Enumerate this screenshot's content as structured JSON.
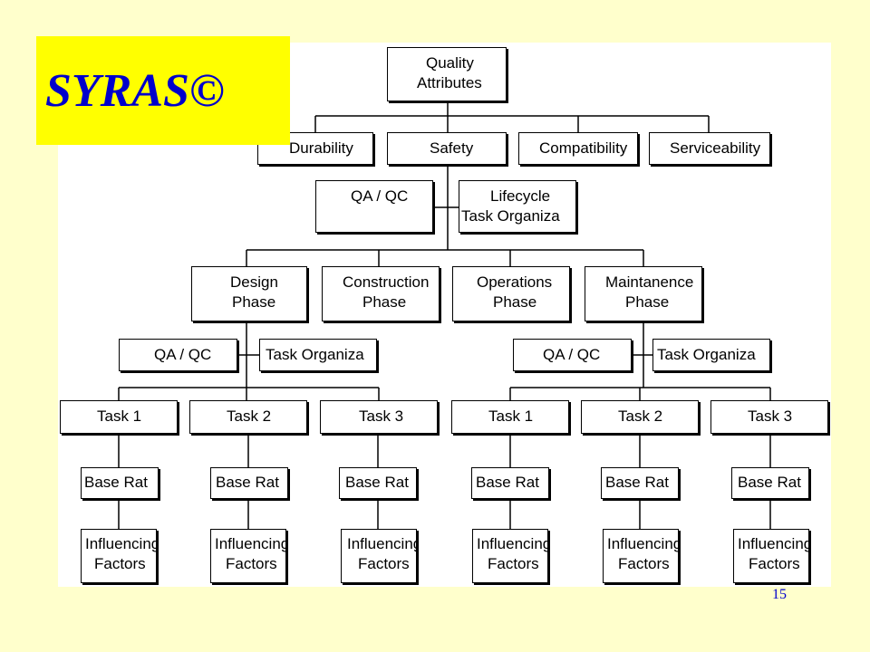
{
  "slide": {
    "title": "SYRAS©",
    "number": "15",
    "colors": {
      "background": "#FFFFCC",
      "title_box": "#FFFF00",
      "title_text": "#0000CC",
      "panel": "#FFFFFF",
      "line": "#000000"
    }
  },
  "diagram": {
    "root": {
      "line1": "Quality",
      "line2": "Attributes"
    },
    "attributes": [
      "Durability",
      "Safety",
      "Compatibility",
      "Serviceability"
    ],
    "safety_support": {
      "qa": "QA / QC",
      "lifecycle_line1": "Lifecycle",
      "lifecycle_line2": "Task Organiza"
    },
    "phases": [
      {
        "line1": "Design",
        "line2": "Phase"
      },
      {
        "line1": "Construction",
        "line2": "Phase"
      },
      {
        "line1": "Operations",
        "line2": "Phase"
      },
      {
        "line1": "Maintanence",
        "line2": "Phase"
      }
    ],
    "left_support": {
      "qa": "QA / QC",
      "task_org": "Task Organiza"
    },
    "right_support": {
      "qa": "QA / QC",
      "task_org": "Task Organiza"
    },
    "tasks_left": [
      "Task 1",
      "Task 2",
      "Task 3"
    ],
    "tasks_right": [
      "Task 1",
      "Task 2",
      "Task 3"
    ],
    "base_rate": "Base Rat",
    "influencing": {
      "line1": "Influencing",
      "line2": "Factors"
    }
  }
}
